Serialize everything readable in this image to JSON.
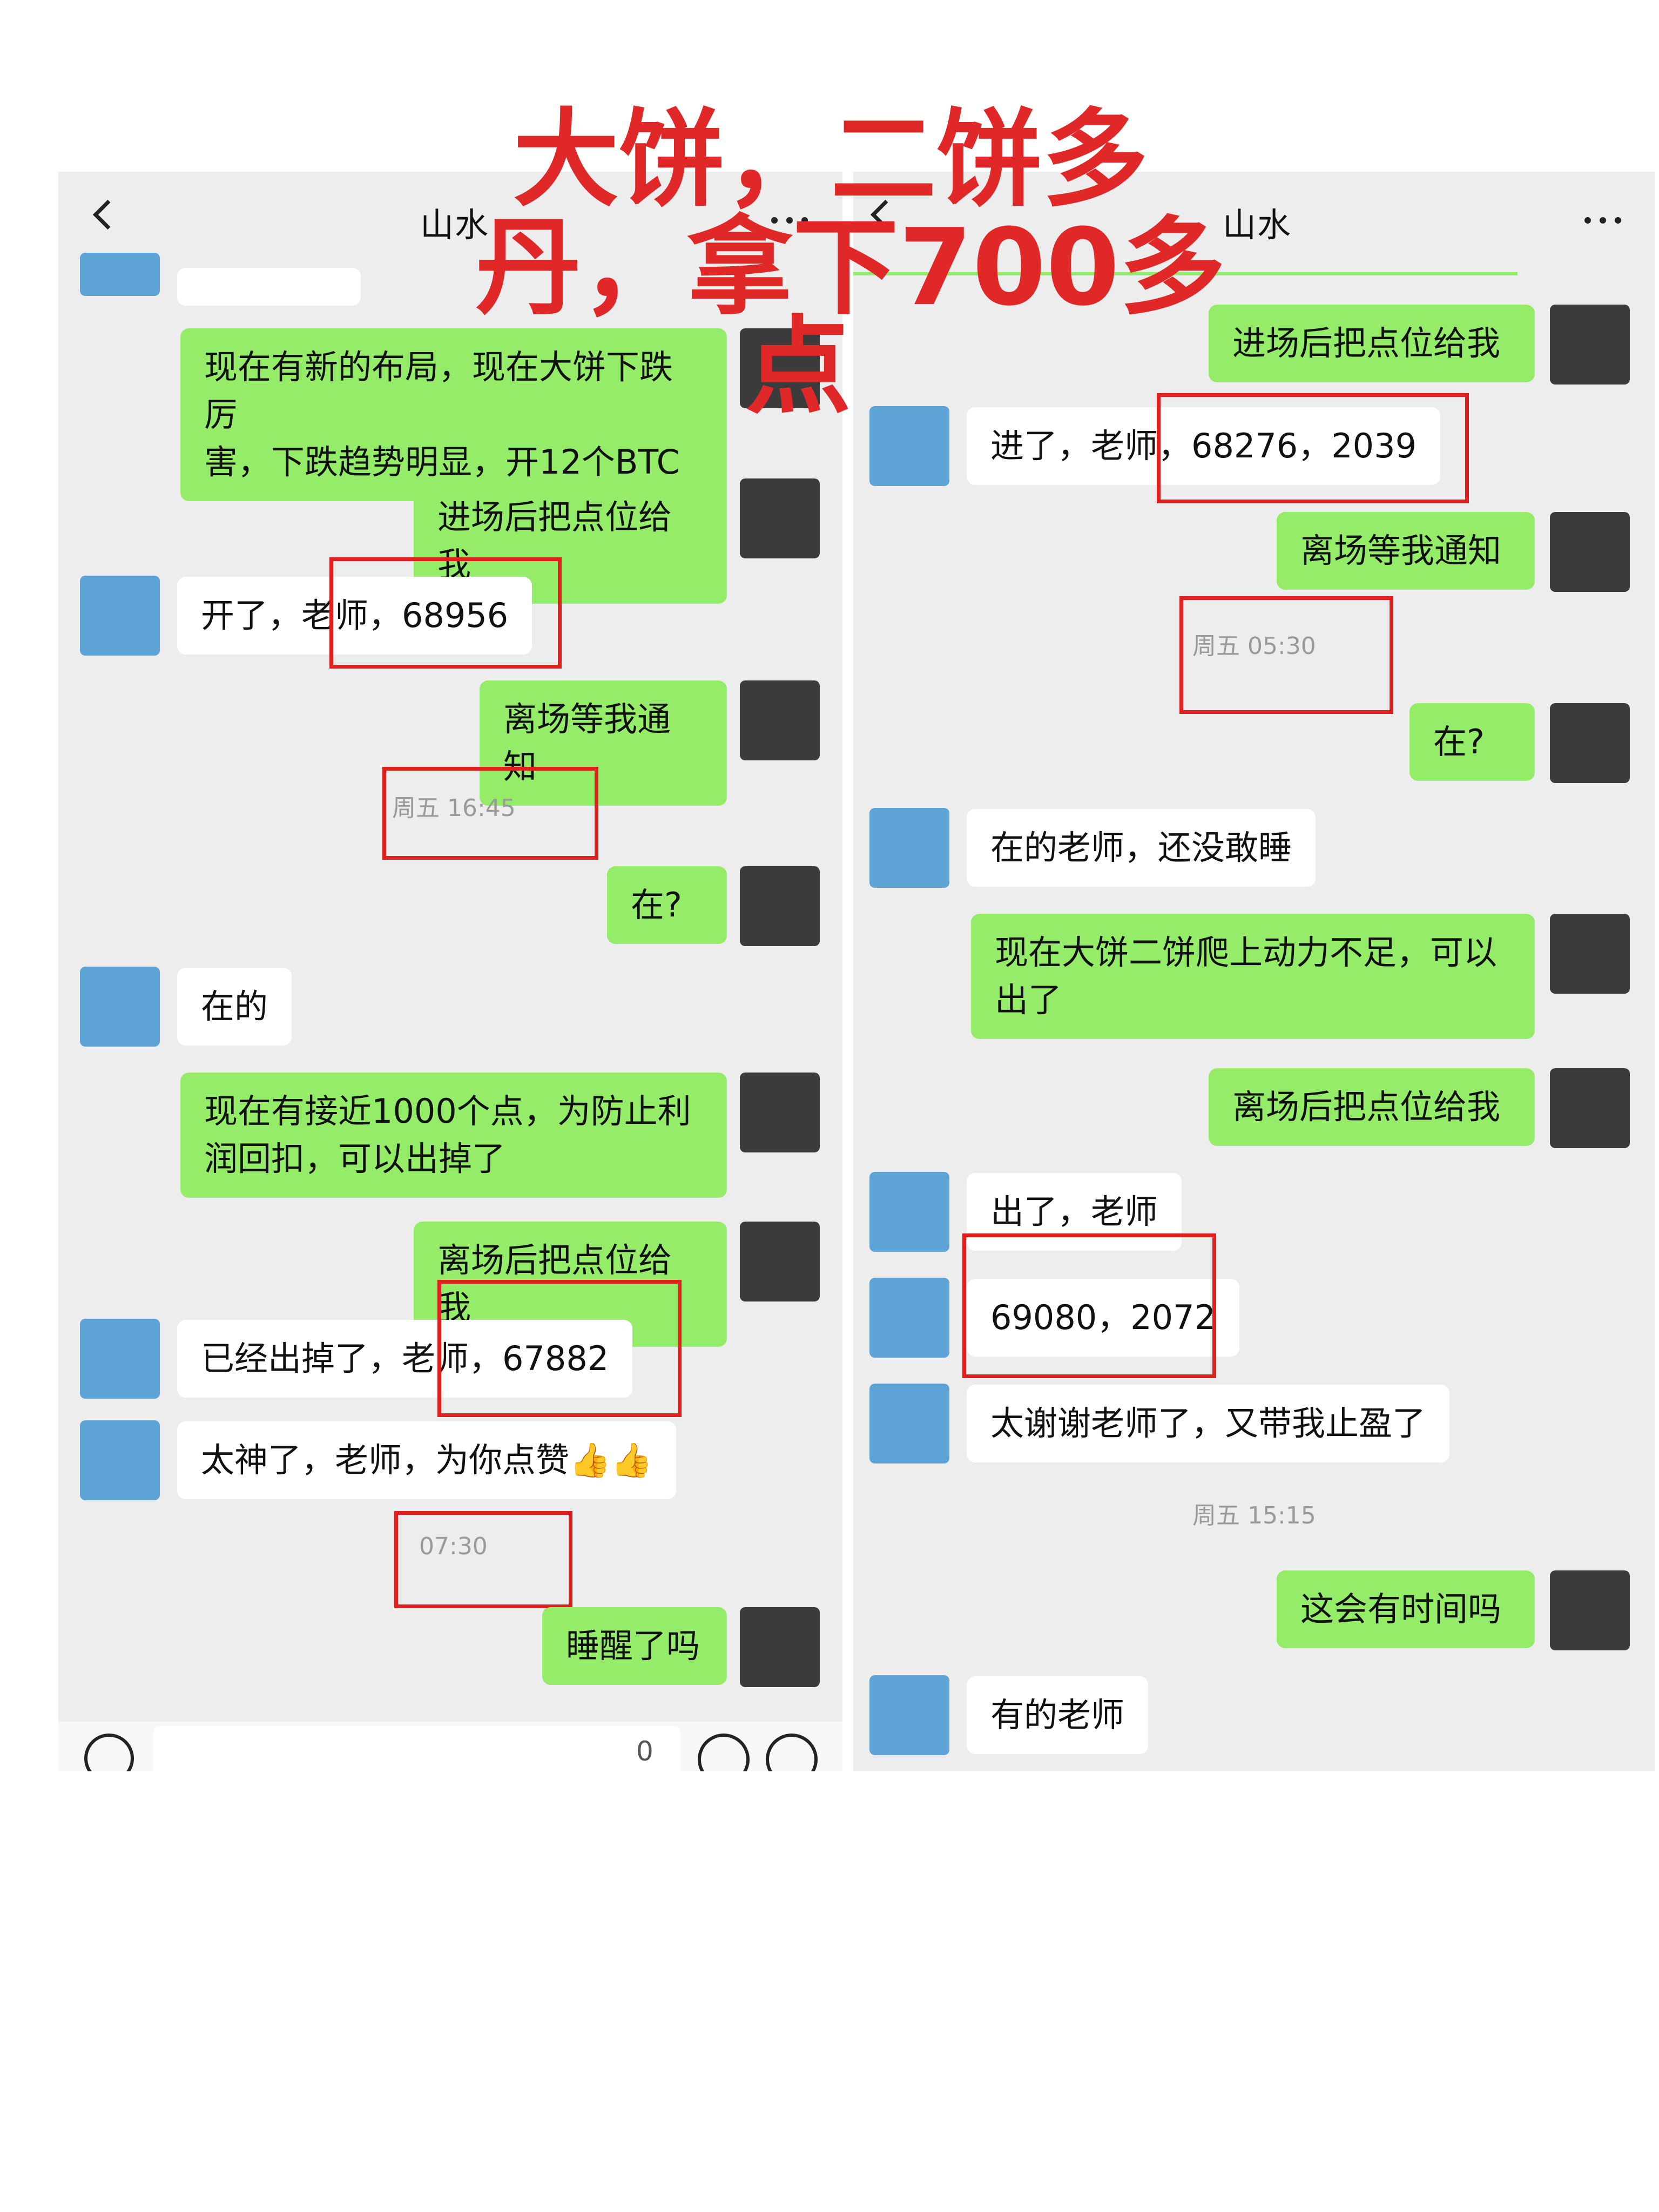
{
  "overlay": {
    "line1": "大饼，二饼多",
    "line2": "丹，拿下700多",
    "line3": "点"
  },
  "left": {
    "title": "山水",
    "messages": {
      "m1": "现在有新的布局，现在大饼下跌厉",
      "m1b": "害，下跌趋势明显，开12个BTC",
      "m2": "进场后把点位给我",
      "m3": "开了，老师，68956",
      "m4": "离场等我通知",
      "t1": "周五 16:45",
      "m5": "在?",
      "m6": "在的",
      "m7": "现在有接近1000个点，为防止利",
      "m7b": "润回扣，可以出掉了",
      "m8": "离场后把点位给我",
      "m9": "已经出掉了，老师，67882",
      "m10": "太神了，老师，为你点赞👍👍",
      "t2": "07:30",
      "m11": "睡醒了吗"
    },
    "input_counter": "0"
  },
  "right": {
    "title": "山水",
    "messages": {
      "m1": "进场后把点位给我",
      "m2": "进了，老师，68276，2039",
      "m3": "离场等我通知",
      "t1": "周五 05:30",
      "m4": "在?",
      "m5": "在的老师，还没敢睡",
      "m6": "现在大饼二饼爬上动力不足，可以",
      "m6b": "出了",
      "m7": "离场后把点位给我",
      "m8": "出了，老师",
      "m9": "69080，2072",
      "m10": "太谢谢老师了，又带我止盈了",
      "t2": "周五 15:15",
      "m11": "这会有时间吗",
      "m12": "有的老师"
    }
  },
  "colors": {
    "bubble_out": "#95ec69",
    "bubble_in": "#ffffff",
    "chat_bg": "#ededed",
    "highlight": "#e01f1f",
    "overlay_text": "#e02828"
  }
}
